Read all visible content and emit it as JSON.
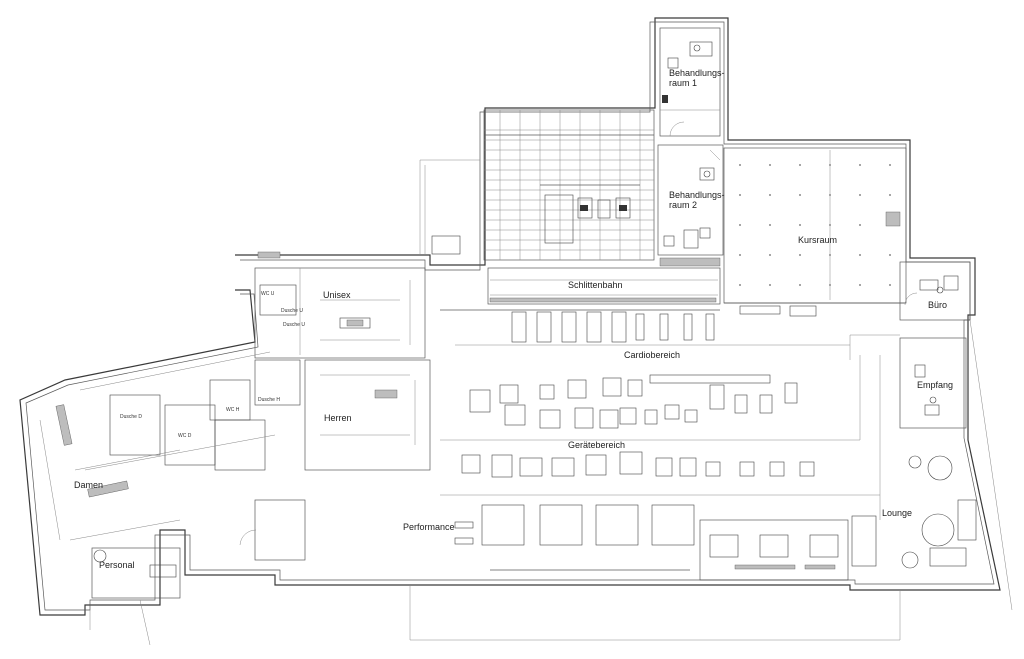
{
  "plan": {
    "rooms": {
      "behandlung1": "Behandlungs-\nraum 1",
      "behandlung2": "Behandlungs-\nraum 2",
      "kursraum": "Kursraum",
      "schlittenbahn": "Schlittenbahn",
      "unisex": "Unisex",
      "buero": "Büro",
      "cardiobereich": "Cardiobereich",
      "empfang": "Empfang",
      "herren": "Herren",
      "geraetebereich": "Gerätebereich",
      "damen": "Damen",
      "lounge": "Lounge",
      "performance": "Performance",
      "personal": "Personal"
    },
    "small_labels": {
      "wc_u": "WC U",
      "dusche_u1": "Dusche U",
      "dusche_u2": "Dusche U",
      "dusche_h": "Dusche H",
      "wc_h": "WC H",
      "wc_d": "WC D",
      "dusche_d": "Dusche D"
    }
  }
}
